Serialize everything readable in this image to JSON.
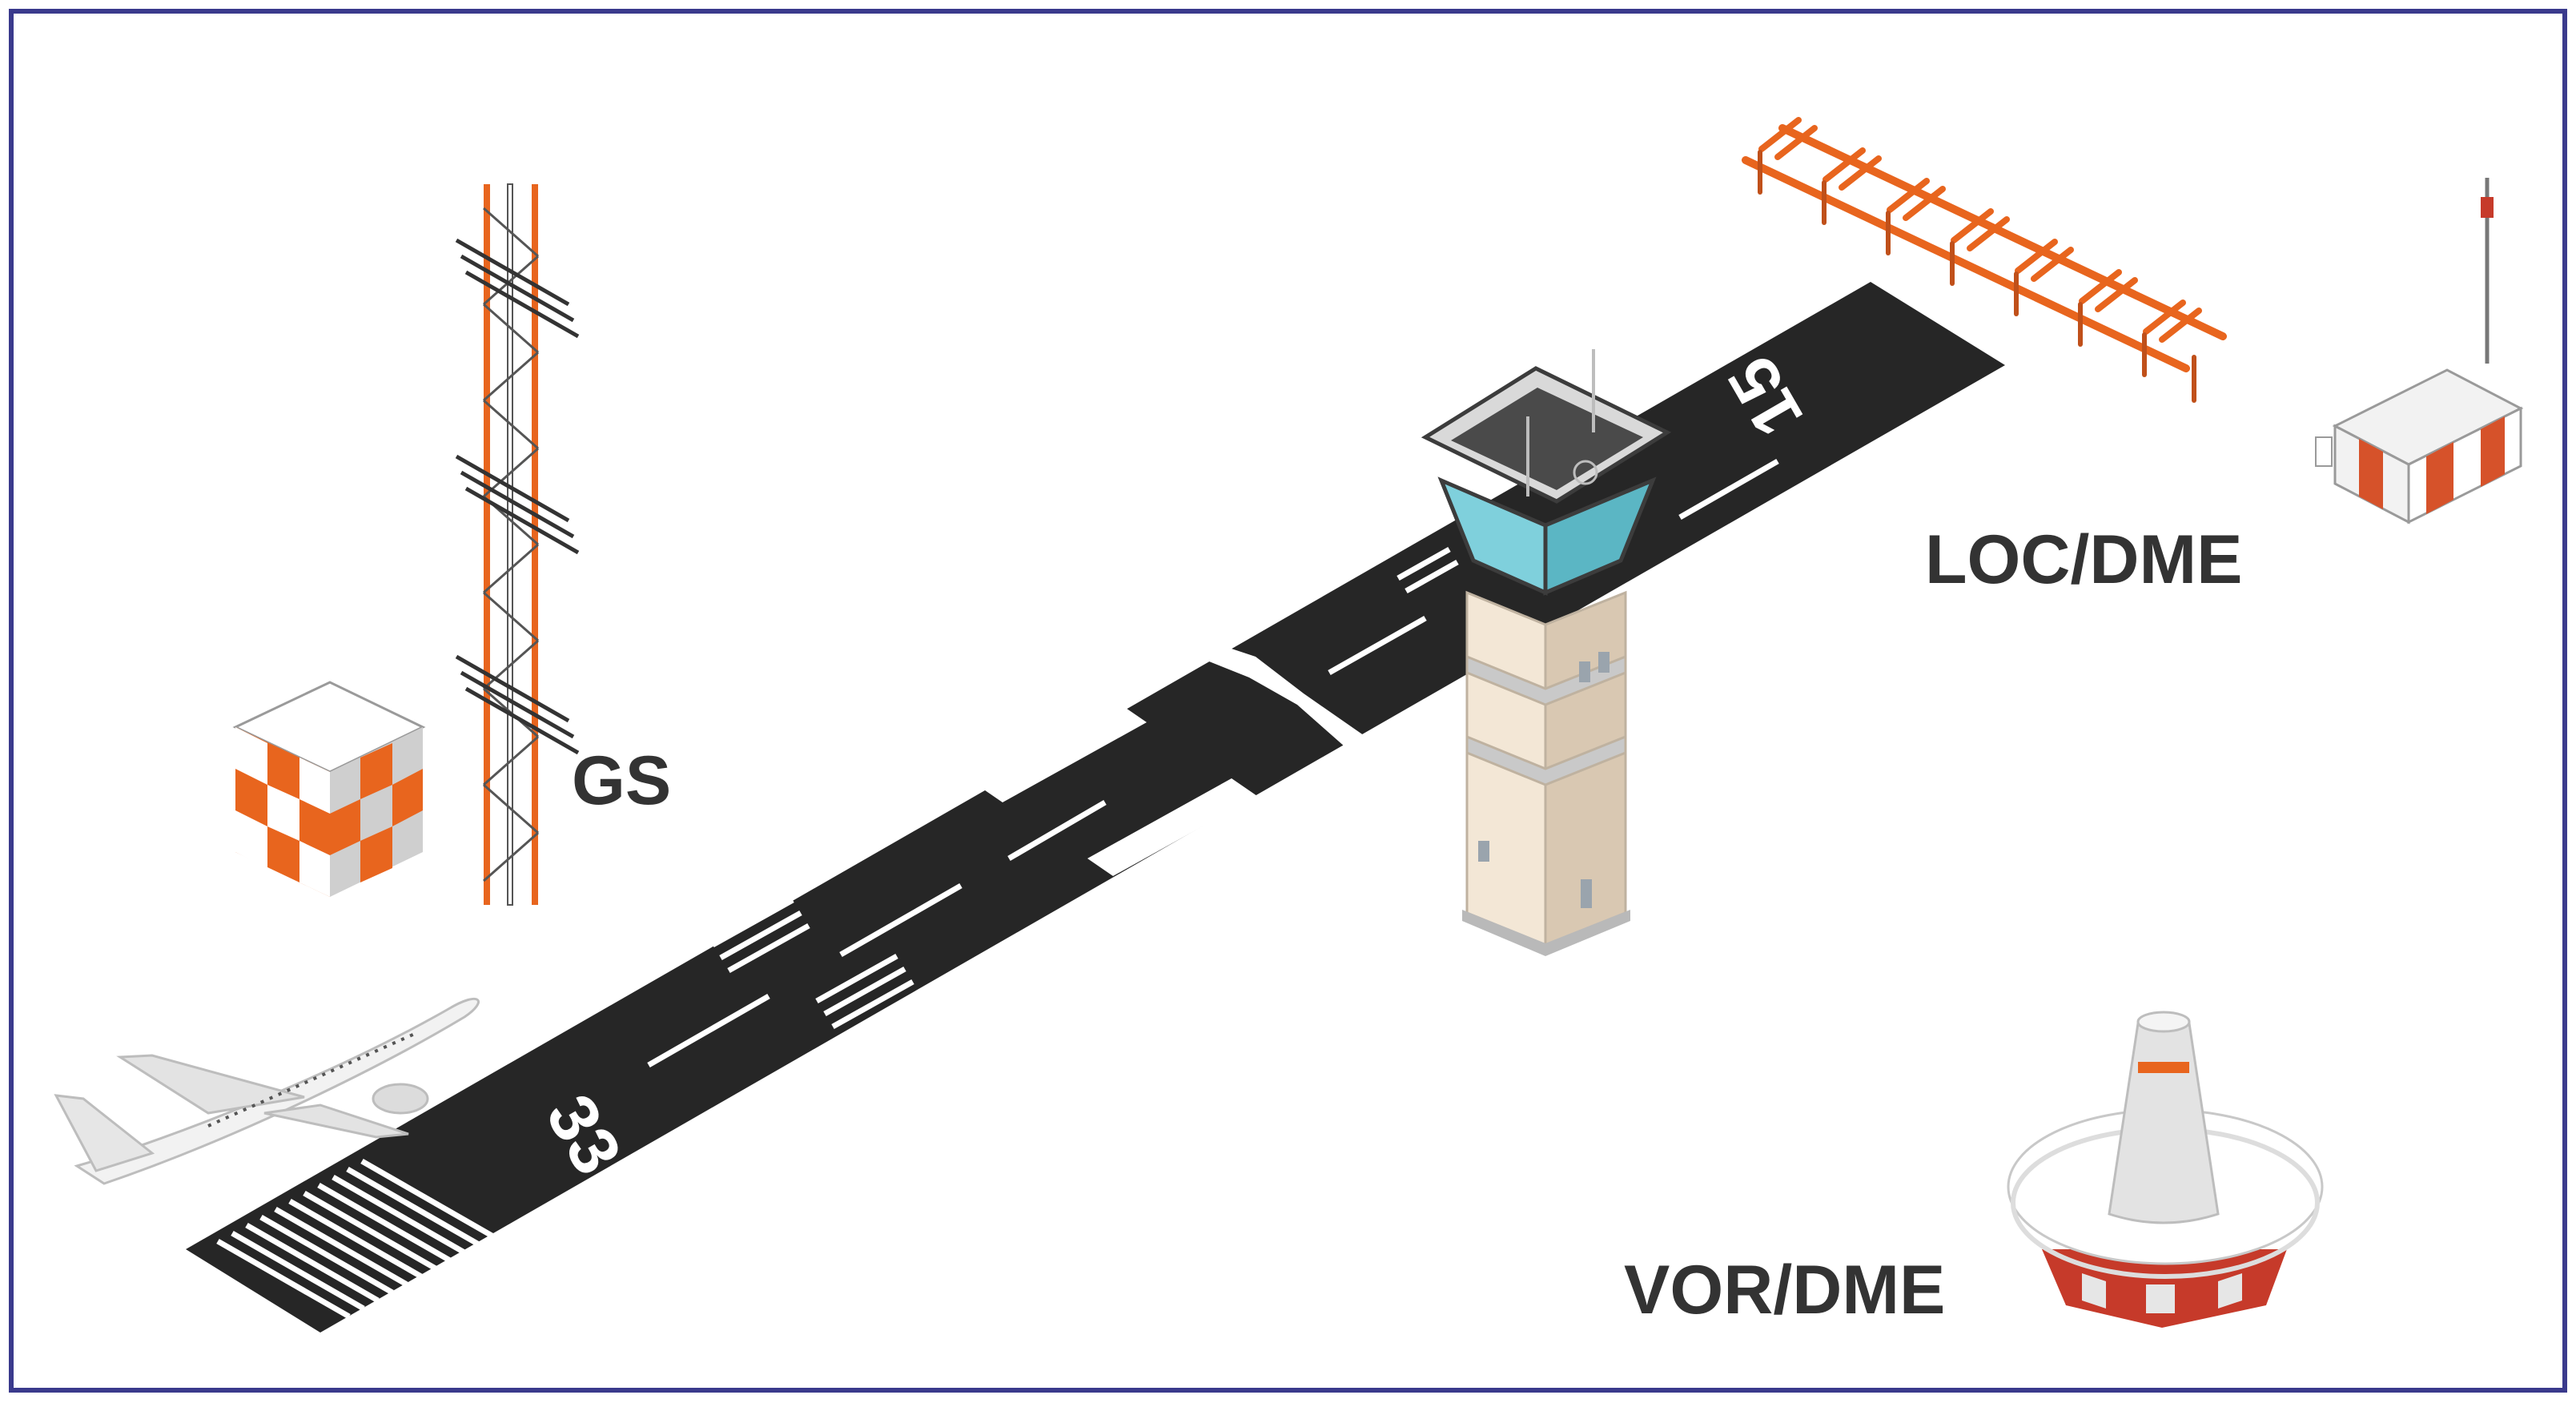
{
  "labels": {
    "gs": "GS",
    "loc_dme": "LOC/DME",
    "vor_dme": "VOR/DME"
  },
  "runway": {
    "designator_near": "33",
    "designator_far": "15"
  },
  "colors": {
    "border": "#3a3a8c",
    "runway": "#262626",
    "marking": "#ffffff",
    "orange": "#e8651e",
    "shelter_orange": "#d6522a",
    "tower_body": "#f3e7d6",
    "tower_glass": "#7fd0dc",
    "label_text": "#333333"
  }
}
